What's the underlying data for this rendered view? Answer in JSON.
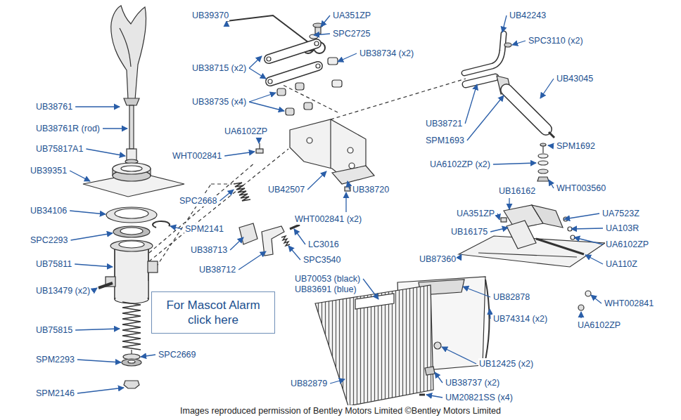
{
  "diagram": {
    "caption": "Images reproduced permission of Bentley Motors Limited ©Bentley Motors Limited",
    "nodes": [
      {
        "text": [
          "For Mascot Alarm click here"
        ]
      }
    ],
    "edges": [],
    "labels": [
      "UB39370",
      "UA351ZP",
      "SPC2725",
      "UB38734 (x2)",
      "UB38715 (x2)",
      "UB38735 (x4)",
      "UB42243",
      "SPC3110 (x2)",
      "UB43045",
      "UB38721",
      "SPM1693",
      "SPM1692",
      "UA6102ZP (x2)",
      "WHT003560",
      "UB38761",
      "UB38761R (rod)",
      "UB75817A1",
      "UB39351",
      "UA6102ZP",
      "WHT002841",
      "UB42507",
      "UB38720",
      "WHT002841 (x2)",
      "SPC2668",
      "SPM2141",
      "UB34106",
      "SPC2293",
      "UB75811",
      "UB38713",
      "LC3016",
      "SPC3540",
      "UB38712",
      "UB13479 (x2)",
      "UB75815",
      "SPC2669",
      "SPM2293",
      "SPM2146",
      "UB16162",
      "UA351ZP",
      "UA7523Z",
      "UA103R",
      "UB16175",
      "UA6102ZP",
      "UB87360",
      "UA110Z",
      "UB70053 (black)",
      "UB83691 (blue)",
      "UB82878",
      "WHT002841",
      "UB74314 (x2)",
      "UA6102ZP",
      "UB12425 (x2)",
      "UB82879",
      "UB38737 (x2)",
      "UM20821SS (x4)"
    ]
  }
}
